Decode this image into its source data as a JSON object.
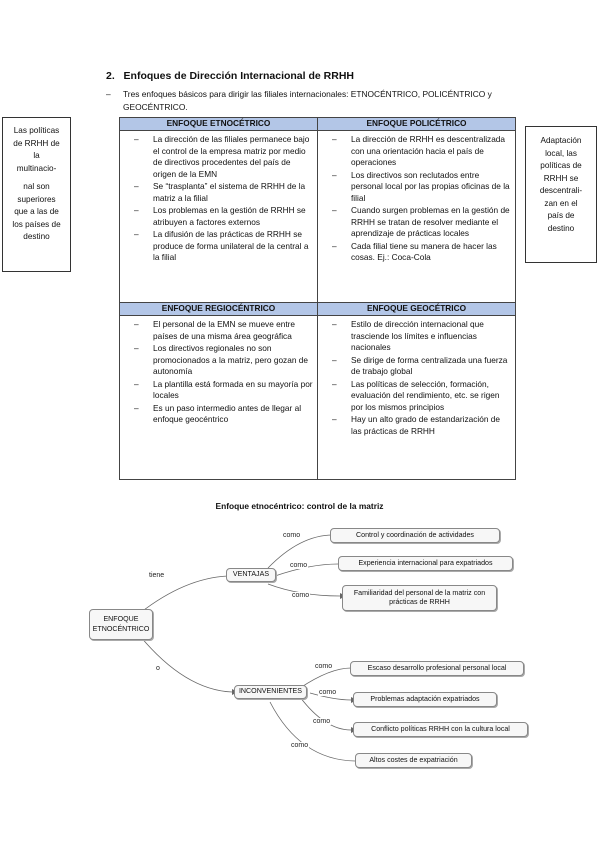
{
  "section": {
    "number": "2.",
    "title": "Enfoques de Dirección Internacional de RRHH",
    "intro_bullet": "–",
    "intro": "Tres enfoques básicos para dirigir las filiales internacionales: ETNOCÉNTRICO, POLICÉNTRICO y GEOCÉNTRICO."
  },
  "side_notes": {
    "left": [
      "Las políticas",
      "de RRHH de",
      "la",
      "multinacio-",
      "nal son",
      "superiores",
      "que a las de",
      "los países de",
      "destino"
    ],
    "right": [
      "Adaptación",
      "local, las",
      "políticas de",
      "RRHH se",
      "descentrali-",
      "zan en el",
      "país de",
      "destino"
    ]
  },
  "table": {
    "headers_top": [
      "ENFOQUE ETNOCÉTRICO",
      "ENFOQUE POLICÉTRICO"
    ],
    "etnocentrico": [
      "La dirección de las filiales permanece bajo el control de la empresa matriz por medio de directivos procedentes del país de origen de la EMN",
      "Se “trasplanta” el sistema de RRHH de la matriz a la filial",
      "Los problemas en la gestión de RRHH se atribuyen a factores externos",
      "La difusión de las prácticas de RRHH se produce de forma unilateral de la central a la filial"
    ],
    "policentrico": [
      "La dirección de RRHH es descentralizada con una orientación hacia el país de operaciones",
      "Los directivos son reclutados entre personal local por las propias oficinas de la filial",
      "Cuando surgen problemas en la gestión de RRHH se tratan de resolver mediante el aprendizaje de prácticas locales",
      "Cada filial tiene su manera de hacer las cosas. Ej.: Coca-Cola"
    ],
    "headers_bottom": [
      "ENFOQUE REGIOCÉNTRICO",
      "ENFOQUE GEOCÉTRICO"
    ],
    "regiocentrico": [
      "El personal de la EMN se mueve entre países de una misma área geográfica",
      "Los directivos regionales no son promocionados a la matriz, pero gozan de autonomía",
      "La plantilla está formada en su mayoría por locales",
      "Es un paso intermedio antes de llegar al enfoque geocéntrico"
    ],
    "geocentrico": [
      "Estilo de dirección internacional que trasciende los límites e influencias nacionales",
      "Se dirige de forma centralizada una fuerza de trabajo global",
      "Las políticas de selección, formación, evaluación del rendimiento, etc. se rigen por los mismos principios",
      "Hay un alto grado de estandarización de las prácticas de RRHH"
    ]
  },
  "diagram": {
    "title": "Enfoque etnocéntrico: control de la matriz",
    "root": "ENFOQUE ETNOCÉNTRICO",
    "ventajas": "VENTAJAS",
    "inconvenientes": "INCONVENIENTES",
    "link_tiene": "tiene",
    "link_o": "o",
    "link_como": "como",
    "ventajas_items": [
      "Control y coordinación de actividades",
      "Experiencia internacional para expatriados",
      "Familiaridad del personal de la matriz con prácticas de RRHH"
    ],
    "inconvenientes_items": [
      "Escaso desarrollo profesional personal local",
      "Problemas adaptación expatriados",
      "Conflicto políticas RRHH con la cultura local",
      "Altos costes de expatriación"
    ]
  }
}
